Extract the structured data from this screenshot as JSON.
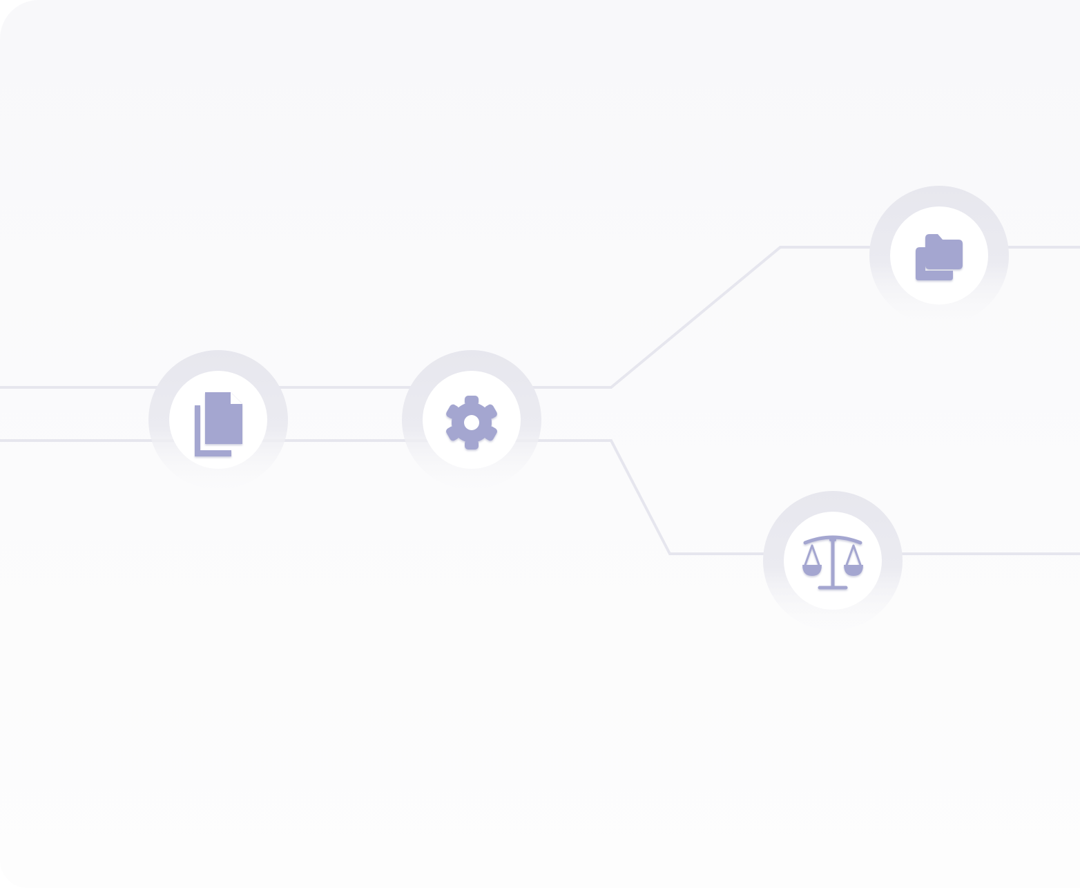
{
  "colors": {
    "background": "#f8f8fa",
    "connector": "#e6e6ee",
    "node_ring": "#e8e8ef",
    "node_fill": "#ffffff",
    "icon": "#a4a6d0"
  },
  "nodes": [
    {
      "id": "documents",
      "icon": "documents-icon"
    },
    {
      "id": "settings",
      "icon": "gear-icon"
    },
    {
      "id": "folders",
      "icon": "folders-icon"
    },
    {
      "id": "legal",
      "icon": "scales-icon"
    }
  ]
}
